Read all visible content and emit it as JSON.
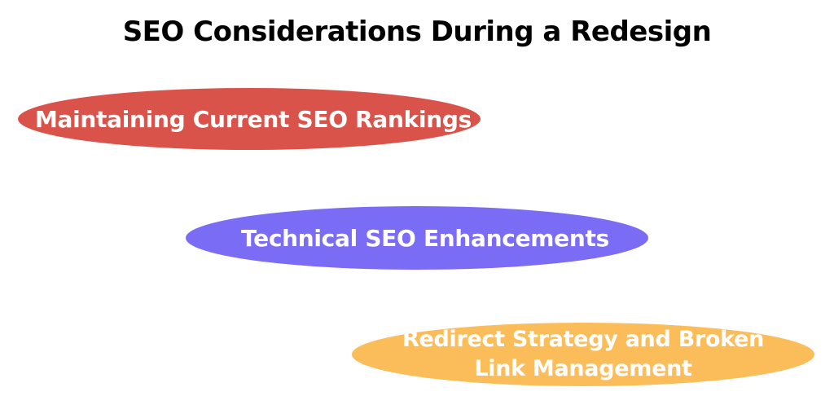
{
  "title": "SEO Considerations During a Redesign",
  "items": [
    {
      "label": "Maintaining Current SEO Rankings",
      "color": "#d9534b"
    },
    {
      "label": "Technical SEO Enhancements",
      "color": "#7b6cf6"
    },
    {
      "label": "Redirect Strategy and Broken Link Management",
      "color": "#fbbd5a"
    }
  ]
}
